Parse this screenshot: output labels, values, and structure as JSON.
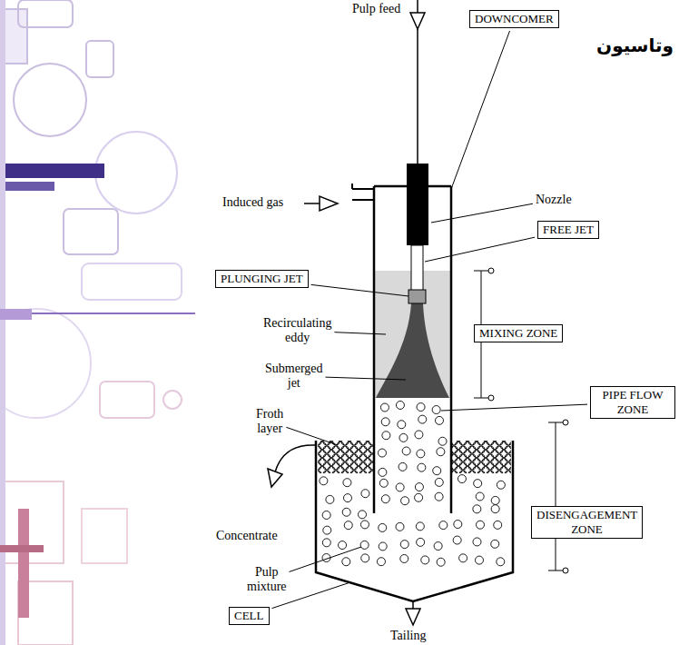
{
  "diagram": {
    "title": "وتاسیون",
    "nodes": [
      {
        "text": [
          "DOWNCOMER"
        ]
      },
      {
        "text": [
          "FREE JET"
        ]
      },
      {
        "text": [
          "PLUNGING JET"
        ]
      },
      {
        "text": [
          "MIXING ZONE"
        ]
      },
      {
        "text": [
          "PIPE FLOW ZONE"
        ]
      },
      {
        "text": [
          "DISENGAGEMENT ZONE"
        ]
      },
      {
        "text": [
          "CELL"
        ]
      }
    ],
    "labels": [
      "Pulp feed",
      "Induced gas",
      "Nozzle",
      "Recirculating eddy",
      "Submerged jet",
      "Froth layer",
      "Concentrate",
      "Pulp mixture",
      "Tailing"
    ]
  }
}
